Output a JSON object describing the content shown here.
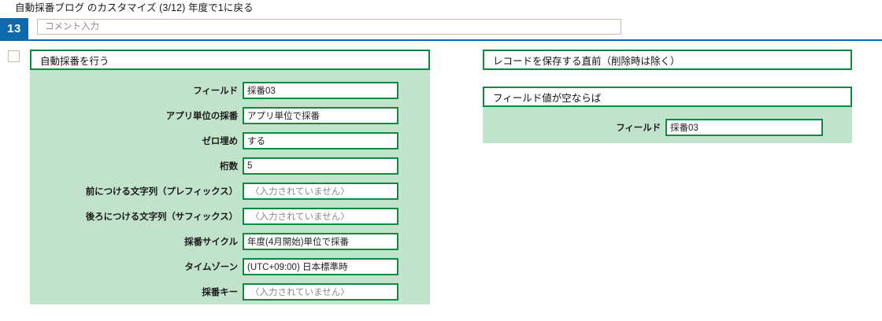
{
  "page": {
    "title": "自動採番ブログ のカスタマイズ (3/12) 年度で1に戻る"
  },
  "comment_row": {
    "step_number": "13",
    "comment_placeholder": "コメント入力",
    "comment_value": "",
    "checkbox_name": "row-select-checkbox",
    "badge_color": "#0d6aad",
    "rule_color": "#0d6aad"
  },
  "theme": {
    "green_border": "#0c8a3e",
    "green_body": "#c2e3cb",
    "input_border_beige": "#c9bda8",
    "empty_value_color": "#888888"
  },
  "left_panel": {
    "header": "自動採番を行う",
    "rows": [
      {
        "label": "フィールド",
        "value": "採番03",
        "empty": false
      },
      {
        "label": "アプリ単位の採番",
        "value": "アプリ単位で採番",
        "empty": false
      },
      {
        "label": "ゼロ埋め",
        "value": "する",
        "empty": false
      },
      {
        "label": "桁数",
        "value": "5",
        "empty": false
      },
      {
        "label": "前につける文字列（プレフィックス）",
        "value": "〈入力されていません〉",
        "empty": true
      },
      {
        "label": "後ろにつける文字列（サフィックス）",
        "value": "〈入力されていません〉",
        "empty": true
      },
      {
        "label": "採番サイクル",
        "value": "年度(4月開始)単位で採番",
        "empty": false
      },
      {
        "label": "タイムゾーン",
        "value": "(UTC+09:00) 日本標準時",
        "empty": false
      },
      {
        "label": "採番キー",
        "value": "〈入力されていません〉",
        "empty": true
      }
    ]
  },
  "right_panel": {
    "trigger_header": "レコードを保存する直前（削除時は除く）",
    "condition_header": "フィールド値が空ならば",
    "rows": [
      {
        "label": "フィールド",
        "value": "採番03",
        "empty": false
      }
    ]
  }
}
